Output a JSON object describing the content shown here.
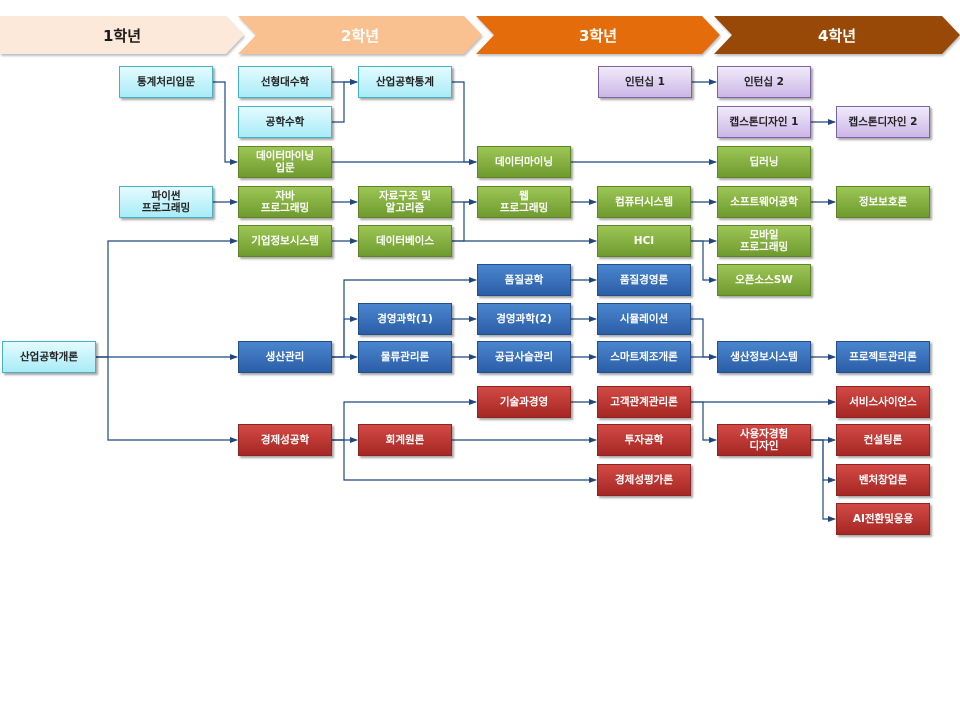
{
  "header": {
    "years": [
      {
        "label": "1학년",
        "fill": "#fde9da",
        "text_color": "#1a1a1a"
      },
      {
        "label": "2학년",
        "fill": "#f9c190",
        "text_color": "#ffffff"
      },
      {
        "label": "3학년",
        "fill": "#e46c0a",
        "text_color": "#ffffff"
      },
      {
        "label": "4학년",
        "fill": "#984807",
        "text_color": "#ffffff"
      }
    ]
  },
  "palette": {
    "cyan": "#a8ecf7",
    "purple": "#cbb6e6",
    "green": "#7fab3c",
    "blue": "#3470bb",
    "red": "#bf3a36",
    "connector": "#1f497d"
  },
  "courses": {
    "intro_ie": {
      "label": "산업공학개론",
      "color": "cyan"
    },
    "stats_intro": {
      "label": "통계처리입문",
      "color": "cyan"
    },
    "python": {
      "label": "파이썬\n프로그래밍",
      "color": "cyan"
    },
    "linear_algebra": {
      "label": "선형대수학",
      "color": "cyan"
    },
    "eng_math": {
      "label": "공학수학",
      "color": "cyan"
    },
    "dm_intro": {
      "label": "데이터마이닝\n입문",
      "color": "green"
    },
    "java": {
      "label": "자바\n프로그래밍",
      "color": "green"
    },
    "erp": {
      "label": "기업정보시스템",
      "color": "green"
    },
    "prod_mgmt": {
      "label": "생산관리",
      "color": "blue"
    },
    "eng_econ": {
      "label": "경제성공학",
      "color": "red"
    },
    "ie_stats": {
      "label": "산업공학통계",
      "color": "cyan"
    },
    "ds_algo": {
      "label": "자료구조 및\n알고리즘",
      "color": "green"
    },
    "database": {
      "label": "데이터베이스",
      "color": "green"
    },
    "mgmt_sci1": {
      "label": "경영과학(1)",
      "color": "blue"
    },
    "logistics": {
      "label": "물류관리론",
      "color": "blue"
    },
    "accounting": {
      "label": "회계원론",
      "color": "red"
    },
    "data_mining": {
      "label": "데이터마이닝",
      "color": "green"
    },
    "web": {
      "label": "웹\n프로그래밍",
      "color": "green"
    },
    "quality_eng": {
      "label": "품질공학",
      "color": "blue"
    },
    "mgmt_sci2": {
      "label": "경영과학(2)",
      "color": "blue"
    },
    "scm": {
      "label": "공급사슬관리",
      "color": "blue"
    },
    "tech_mgmt": {
      "label": "기술과경영",
      "color": "red"
    },
    "intern1": {
      "label": "인턴십 1",
      "color": "purple"
    },
    "computer_sys": {
      "label": "컴퓨터시스템",
      "color": "green"
    },
    "hci": {
      "label": "HCI",
      "color": "green"
    },
    "quality_mgmt": {
      "label": "품질경영론",
      "color": "blue"
    },
    "simulation": {
      "label": "시뮬레이션",
      "color": "blue"
    },
    "smart_mfg": {
      "label": "스마트제조개론",
      "color": "blue"
    },
    "crm": {
      "label": "고객관계관리론",
      "color": "red"
    },
    "invest_eng": {
      "label": "투자공학",
      "color": "red"
    },
    "econ_eval": {
      "label": "경제성평가론",
      "color": "red"
    },
    "intern2": {
      "label": "인턴십 2",
      "color": "purple"
    },
    "capstone1": {
      "label": "캡스톤디자인 1",
      "color": "purple"
    },
    "deep_learning": {
      "label": "딥러닝",
      "color": "green"
    },
    "sw_eng": {
      "label": "소프트웨어공학",
      "color": "green"
    },
    "mobile": {
      "label": "모바일\n프로그래밍",
      "color": "green"
    },
    "oss": {
      "label": "오픈소스SW",
      "color": "green"
    },
    "prod_info": {
      "label": "생산정보시스템",
      "color": "blue"
    },
    "ux": {
      "label": "사용자경험\n디자인",
      "color": "red"
    },
    "capstone2": {
      "label": "캡스톤디자인 2",
      "color": "purple"
    },
    "security": {
      "label": "정보보호론",
      "color": "green"
    },
    "project_mgmt": {
      "label": "프로젝트관리론",
      "color": "blue"
    },
    "service_sci": {
      "label": "서비스사이언스",
      "color": "red"
    },
    "consulting": {
      "label": "컨설팅론",
      "color": "red"
    },
    "venture": {
      "label": "벤처창업론",
      "color": "red"
    },
    "ai_transform": {
      "label": "AI전환및응용",
      "color": "red"
    }
  },
  "prerequisites": [
    [
      "stats_intro",
      "dm_intro"
    ],
    [
      "linear_algebra",
      "ie_stats"
    ],
    [
      "eng_math",
      "ie_stats"
    ],
    [
      "dm_intro",
      "data_mining"
    ],
    [
      "ie_stats",
      "data_mining"
    ],
    [
      "data_mining",
      "deep_learning"
    ],
    [
      "intern1",
      "intern2"
    ],
    [
      "capstone1",
      "capstone2"
    ],
    [
      "python",
      "java"
    ],
    [
      "java",
      "ds_algo"
    ],
    [
      "erp",
      "database"
    ],
    [
      "ds_algo",
      "web"
    ],
    [
      "database",
      "web"
    ],
    [
      "web",
      "computer_sys"
    ],
    [
      "database",
      "hci"
    ],
    [
      "computer_sys",
      "sw_eng"
    ],
    [
      "hci",
      "mobile"
    ],
    [
      "hci",
      "oss"
    ],
    [
      "sw_eng",
      "security"
    ],
    [
      "intro_ie",
      "erp"
    ],
    [
      "intro_ie",
      "prod_mgmt"
    ],
    [
      "intro_ie",
      "eng_econ"
    ],
    [
      "prod_mgmt",
      "quality_eng"
    ],
    [
      "prod_mgmt",
      "mgmt_sci1"
    ],
    [
      "prod_mgmt",
      "logistics"
    ],
    [
      "mgmt_sci1",
      "mgmt_sci2"
    ],
    [
      "logistics",
      "scm"
    ],
    [
      "quality_eng",
      "quality_mgmt"
    ],
    [
      "mgmt_sci2",
      "simulation"
    ],
    [
      "scm",
      "smart_mfg"
    ],
    [
      "simulation",
      "prod_info"
    ],
    [
      "smart_mfg",
      "prod_info"
    ],
    [
      "prod_info",
      "project_mgmt"
    ],
    [
      "eng_econ",
      "accounting"
    ],
    [
      "eng_econ",
      "tech_mgmt"
    ],
    [
      "eng_econ",
      "econ_eval"
    ],
    [
      "accounting",
      "invest_eng"
    ],
    [
      "tech_mgmt",
      "crm"
    ],
    [
      "crm",
      "ux"
    ],
    [
      "crm",
      "service_sci"
    ],
    [
      "ux",
      "consulting"
    ],
    [
      "ux",
      "venture"
    ],
    [
      "ux",
      "ai_transform"
    ]
  ]
}
